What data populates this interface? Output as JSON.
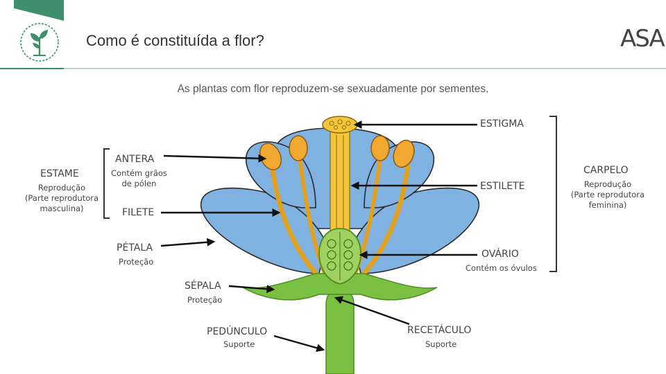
{
  "header": {
    "title": "Como é constituída a flor?",
    "brand": "ASA"
  },
  "subtitle": "As plantas com flor reproduzem-se sexuadamente por sementes.",
  "labels": {
    "estigma": "ESTIGMA",
    "antera": "ANTERA",
    "antera_desc": "Contém grãos\nde pólen",
    "filete": "FILETE",
    "estilete": "ESTILETE",
    "petala": "PÉTALA",
    "petala_desc": "Proteção",
    "ovario": "OVÁRIO",
    "ovario_desc": "Contém os óvulos",
    "sepala": "SÉPALA",
    "sepala_desc": "Proteção",
    "pedunculo": "PEDÚNCULO",
    "pedunculo_desc": "Suporte",
    "recetaculo": "RECETÁCULO",
    "recetaculo_desc": "Suporte",
    "estame": "ESTAME",
    "estame_desc": "Reprodução\n(Parte reprodutora\nmasculina)",
    "carpelo": "CARPELO",
    "carpelo_desc": "Reprodução\n(Parte reprodutora\nfeminina)"
  },
  "colors": {
    "accent": "#3f8f6e",
    "petal": "#7fb2e0",
    "stamen": "#f0a830",
    "carpel": "#f3c53a",
    "stem": "#7ac143"
  }
}
